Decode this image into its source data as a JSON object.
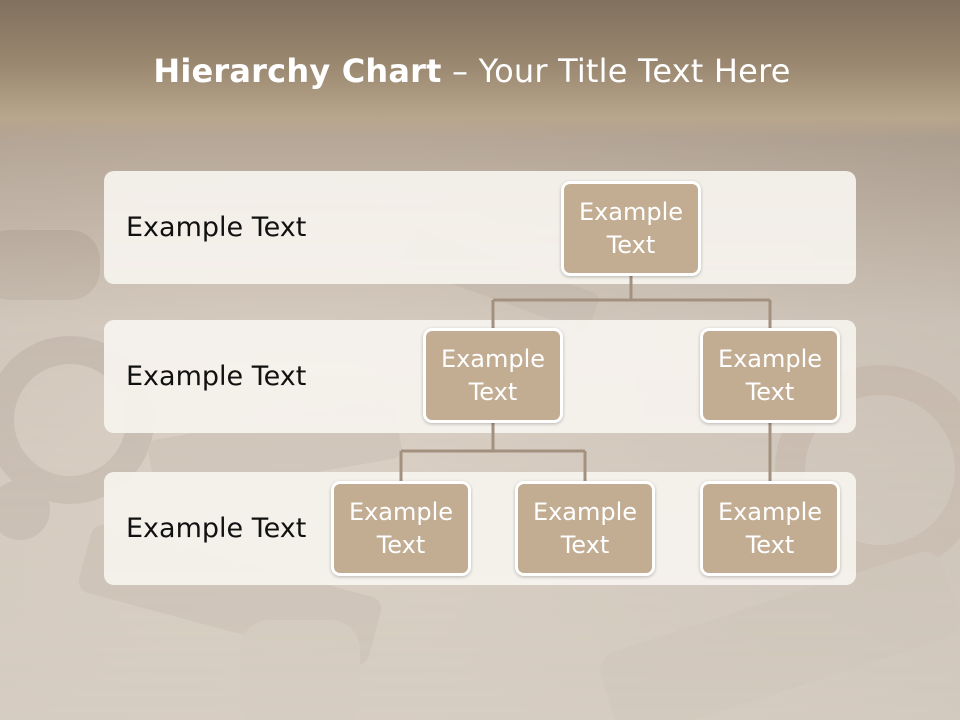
{
  "title": {
    "bold": "Hierarchy Chart",
    "rest": " – Your Title Text Here"
  },
  "levels": [
    {
      "label": "Example Text"
    },
    {
      "label": "Example Text"
    },
    {
      "label": "Example Text"
    }
  ],
  "nodes": {
    "root": "Example Text",
    "level2_left": "Example Text",
    "level2_right": "Example Text",
    "level3_a": "Example Text",
    "level3_b": "Example Text",
    "level3_c": "Example Text"
  },
  "colors": {
    "node_fill": "#c2ad93",
    "node_border": "#ffffff",
    "band_fill": "#f6f3ee",
    "connector": "#a39180",
    "title_bar": "#9a876f"
  }
}
